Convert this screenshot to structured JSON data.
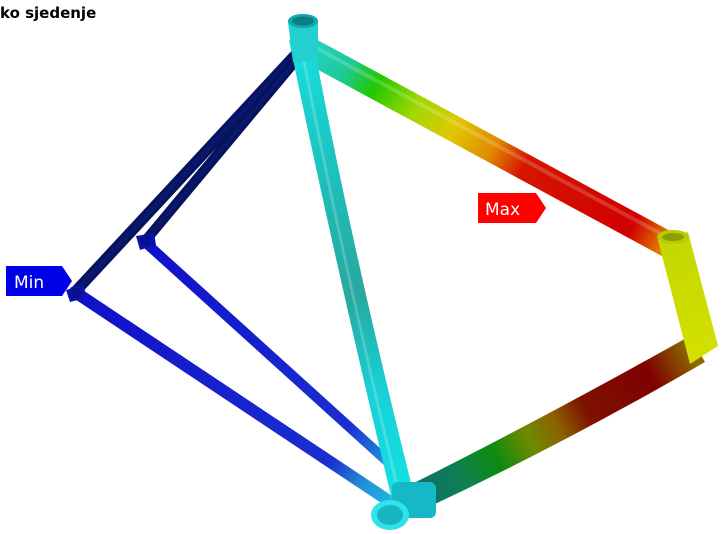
{
  "title": "ko sjedenje",
  "labels": {
    "min": "Min",
    "max": "Max"
  },
  "colors": {
    "min_tag": "#0000e8",
    "max_tag": "#ff0000",
    "tag_text": "#ffffff",
    "background": "#ffffff"
  }
}
